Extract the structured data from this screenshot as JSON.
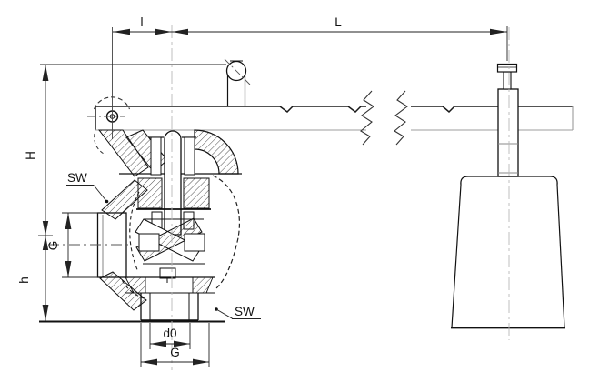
{
  "figure": {
    "kind": "engineering cross-section drawing of a lever float valve",
    "colors": {
      "line": "#1a1a1a",
      "light_line": "#9c9c9c",
      "centerline": "#b9b9b9",
      "background": "#ffffff"
    }
  },
  "labels": {
    "dim_lever_offset": "l",
    "dim_lever_length": "L",
    "dim_total_height": "H",
    "dim_inlet_height": "h",
    "dim_inlet_thread": "G",
    "dim_outlet_bore": "d0",
    "dim_outlet_thread": "G",
    "wrench_size_inlet": "SW",
    "wrench_size_outlet": "SW"
  }
}
